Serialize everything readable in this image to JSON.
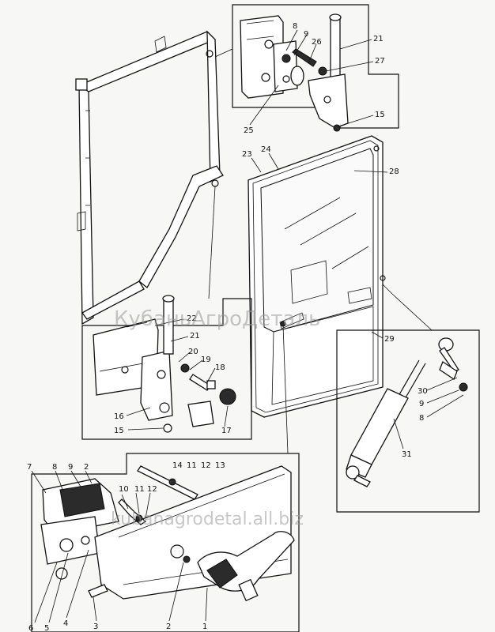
{
  "watermarks": {
    "center": "КубаньАгроДеталь",
    "bottom": "kubanagrodetal.all.biz"
  },
  "callouts": {
    "top_inset": [
      "8",
      "9",
      "26",
      "21",
      "27",
      "25",
      "15"
    ],
    "door": [
      "23",
      "24",
      "28",
      "29"
    ],
    "hinge_inset": [
      "22",
      "21",
      "20",
      "19",
      "18",
      "16",
      "15",
      "17"
    ],
    "strut_inset": [
      "30",
      "9",
      "8",
      "31"
    ],
    "handle_inset": [
      "7",
      "8",
      "9",
      "2",
      "14",
      "11",
      "12",
      "13",
      "10",
      "11",
      "12",
      "6",
      "5",
      "4",
      "3",
      "2",
      "1"
    ]
  }
}
